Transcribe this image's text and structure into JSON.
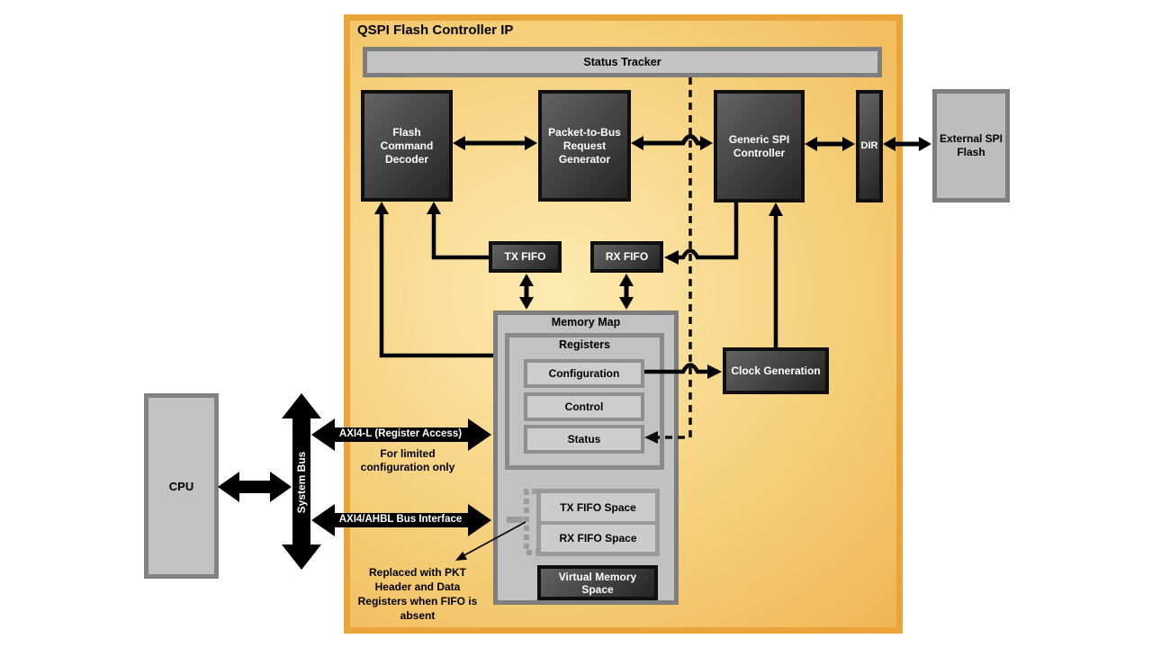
{
  "colors": {
    "container_border": "#EAA439",
    "container_fill_center": "#FCEBB2",
    "container_fill_edge": "#ECA63C",
    "dark_box_fill": "#3C3C3C",
    "dark_box_border": "#0F0F0F",
    "gray_box_fill": "#C2C2C2",
    "gray_box_border": "#7E7E7E",
    "dashed_bracket_gray": "#9B9B9B",
    "connector": "#000000"
  },
  "diagram": {
    "title": "QSPI Flash Controller IP",
    "status_tracker": "Status Tracker",
    "blocks": {
      "flash_command_decoder": "Flash\nCommand\nDecoder",
      "packet_to_bus": "Packet-to-Bus\nRequest\nGenerator",
      "generic_spi": "Generic SPI\nController",
      "dir": "DIR",
      "external_spi_flash": "External SPI\nFlash",
      "tx_fifo": "TX FIFO",
      "rx_fifo": "RX FIFO",
      "clock_generation": "Clock Generation",
      "cpu": "CPU"
    },
    "memory_map": {
      "title": "Memory Map",
      "registers_title": "Registers",
      "registers": [
        "Configuration",
        "Control",
        "Status"
      ],
      "tx_fifo_space": "TX FIFO  Space",
      "rx_fifo_space": "RX FIFO  Space",
      "virtual_memory_space": "Virtual Memory\nSpace"
    },
    "buses": {
      "system_bus": "System Bus",
      "axi4l": "AXI4-L (Register Access)",
      "axi4l_note": "For limited\nconfiguration only",
      "axi4_ahbl": "AXI4/AHBL  Bus Interface",
      "fifo_note": "Replaced with PKT\nHeader and Data\nRegisters when FIFO  is\nabsent"
    }
  }
}
